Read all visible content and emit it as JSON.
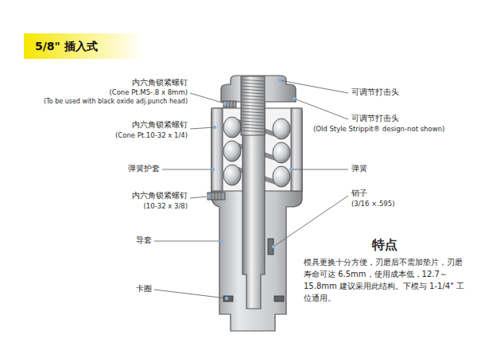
{
  "diagram": {
    "title": "5/8\" 插入式",
    "labels": [
      "内六角锁紧螺钉",
      "(Cone Pt.M5-.8 x 8mm)",
      "(To be used with black oxide adj.punch head)",
      "内六角锁紧螺钉",
      "(Cone Pt.10-32 x 1/4)",
      "弹簧护套",
      "内六角锁紧螺钉",
      "(10-32 x 3/8)",
      "导套",
      "卡圈",
      "可调节打击头",
      "可调节打击头",
      "(Old Style Strippit® design-not shown)",
      "弹簧",
      "销子",
      "(3/16 ×.595)",
      "特点",
      "模具更换十分方便，刃磨后不需加垫片，刃磨寿命可达 6.5mm，使用成本低，12.7～15.8mm 建议采用此结构。下模与 1-1/4\" 工位通用。"
    ]
  }
}
